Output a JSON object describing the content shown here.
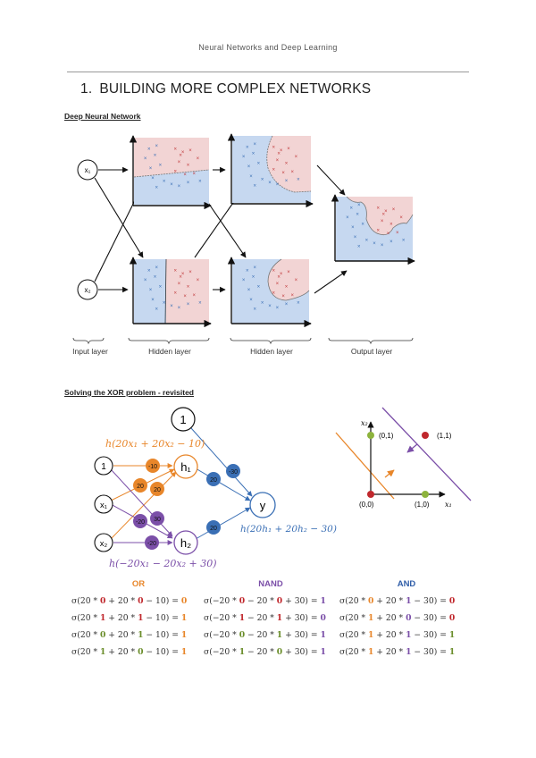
{
  "header": {
    "running_title": "Neural Networks and Deep Learning"
  },
  "section": {
    "number": "1.",
    "title": "BUILDING MORE COMPLEX NETWORKS"
  },
  "deep_network": {
    "subheading": "Deep Neural Network",
    "inputs": [
      "x₁",
      "x₂"
    ],
    "layer_labels": [
      "Input layer",
      "Hidden layer",
      "Hidden layer",
      "Output layer"
    ],
    "colors": {
      "class_a_region": "#f2d4d4",
      "class_b_region": "#c6d8f0",
      "class_a_point": "#c0393b",
      "class_b_point": "#3a6fb5"
    }
  },
  "xor": {
    "subheading": "Solving the XOR problem - revisited",
    "nodes": {
      "bias_top": "1",
      "bias_in": "1",
      "x1": "x₁",
      "x2": "x₂",
      "h1": "h₁",
      "h2": "h₂",
      "y": "y"
    },
    "weights": {
      "h1": [
        "-10",
        "20",
        "20"
      ],
      "h2": [
        "30",
        "-20",
        "-20"
      ],
      "y": [
        "-30",
        "20",
        "20"
      ]
    },
    "formulas": {
      "h1": "h(20x₁ + 20x₂ − 10)",
      "h2": "h(−20x₁ − 20x₂ + 30)",
      "y": "h(20h₁ + 20h₂ − 30)"
    },
    "colors": {
      "or": "#e8862a",
      "nand": "#7b4fa8",
      "and": "#3a6fb5"
    },
    "plot": {
      "x_axis": "x₁",
      "y_axis": "x₂",
      "points": [
        {
          "label": "(0,0)",
          "class": "red"
        },
        {
          "label": "(0,1)",
          "class": "green"
        },
        {
          "label": "(1,0)",
          "class": "green"
        },
        {
          "label": "(1,1)",
          "class": "red"
        }
      ]
    }
  },
  "truth_tables": [
    {
      "title": "OR",
      "rows": [
        {
          "pre": "σ(20 * ",
          "a": "0",
          "mid": " + 20 * ",
          "b": "0",
          "post": " − 10) = ",
          "res": "0",
          "ac": "red",
          "bc": "red"
        },
        {
          "pre": "σ(20 * ",
          "a": "1",
          "mid": " + 20 * ",
          "b": "1",
          "post": " − 10) = ",
          "res": "1",
          "ac": "red",
          "bc": "red"
        },
        {
          "pre": "σ(20 * ",
          "a": "0",
          "mid": " + 20 * ",
          "b": "1",
          "post": " − 10) = ",
          "res": "1",
          "ac": "green",
          "bc": "green"
        },
        {
          "pre": "σ(20 * ",
          "a": "1",
          "mid": " + 20 * ",
          "b": "0",
          "post": " − 10) = ",
          "res": "1",
          "ac": "green",
          "bc": "green"
        }
      ]
    },
    {
      "title": "NAND",
      "rows": [
        {
          "pre": "σ(−20 * ",
          "a": "0",
          "mid": " − 20 * ",
          "b": "0",
          "post": " + 30) = ",
          "res": "1",
          "ac": "red",
          "bc": "red"
        },
        {
          "pre": "σ(−20 * ",
          "a": "1",
          "mid": " − 20 * ",
          "b": "1",
          "post": " + 30) = ",
          "res": "0",
          "ac": "red",
          "bc": "red"
        },
        {
          "pre": "σ(−20 * ",
          "a": "0",
          "mid": " − 20 * ",
          "b": "1",
          "post": " + 30) = ",
          "res": "1",
          "ac": "green",
          "bc": "green"
        },
        {
          "pre": "σ(−20 * ",
          "a": "1",
          "mid": " − 20 * ",
          "b": "0",
          "post": " + 30) = ",
          "res": "1",
          "ac": "green",
          "bc": "green"
        }
      ]
    },
    {
      "title": "AND",
      "rows": [
        {
          "pre": "σ(20 * ",
          "a": "0",
          "mid": " + 20 * ",
          "b": "1",
          "post": " − 30) = ",
          "res": "0",
          "ac": "orange",
          "bc": "purple",
          "rc": "red"
        },
        {
          "pre": "σ(20 * ",
          "a": "1",
          "mid": " + 20 * ",
          "b": "0",
          "post": " − 30) = ",
          "res": "0",
          "ac": "orange",
          "bc": "purple",
          "rc": "red"
        },
        {
          "pre": "σ(20 * ",
          "a": "1",
          "mid": " + 20 * ",
          "b": "1",
          "post": " − 30) = ",
          "res": "1",
          "ac": "orange",
          "bc": "purple",
          "rc": "green"
        },
        {
          "pre": "σ(20 * ",
          "a": "1",
          "mid": " + 20 * ",
          "b": "1",
          "post": " − 30) = ",
          "res": "1",
          "ac": "orange",
          "bc": "purple",
          "rc": "green"
        }
      ]
    }
  ]
}
